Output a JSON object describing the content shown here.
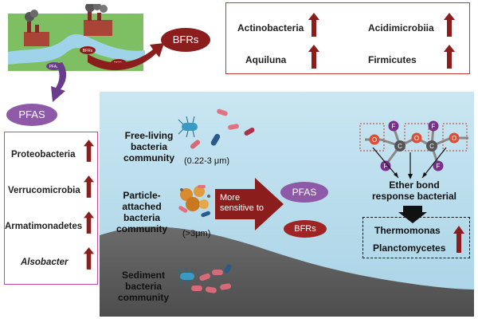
{
  "top_scene": {
    "small_labels": {
      "bfrs_1": "BFRs",
      "bfrs_2": "BFRs",
      "pfas": "PFAS"
    },
    "bfrs_label": "BFRs",
    "pfas_label": "PFAS"
  },
  "top_right_box": {
    "items": [
      {
        "label": "Actinobacteria",
        "trend": "up"
      },
      {
        "label": "Acidimicrobiia",
        "trend": "up"
      },
      {
        "label": "Aquiluna",
        "trend": "up"
      },
      {
        "label": "Firmicutes",
        "trend": "up"
      }
    ]
  },
  "left_box": {
    "items": [
      {
        "label": "Proteobacteria",
        "trend": "up",
        "italic": false
      },
      {
        "label": "Verrucomicrobia",
        "trend": "up",
        "italic": false
      },
      {
        "label": "Armatimonadetes",
        "trend": "up",
        "italic": false
      },
      {
        "label": "Alsobacter",
        "trend": "up",
        "italic": true
      }
    ]
  },
  "communities": {
    "free_living": {
      "title_lines": [
        "Free-living",
        "bacteria",
        "community"
      ],
      "size": "(0.22-3 μm)"
    },
    "particle_attached": {
      "title_lines": [
        "Particle-",
        "attached",
        "bacteria",
        "community"
      ],
      "size": "(>3μm)"
    },
    "sediment": {
      "title_lines": [
        "Sediment",
        "bacteria",
        "community"
      ]
    }
  },
  "middle": {
    "arrow_text_lines": [
      "More",
      "sensitive to"
    ],
    "pfas_badge": "PFAS",
    "bfrs_badge": "BFRs"
  },
  "molecule": {
    "atoms": [
      "O",
      "C",
      "O",
      "C",
      "O"
    ],
    "fluorines": [
      "F",
      "F",
      "F",
      "F"
    ]
  },
  "ether_response": {
    "label_lines": [
      "Ether bond",
      "response bacterial"
    ],
    "taxa": [
      "Thermomonas",
      "Planctomycetes"
    ],
    "trend": "up"
  },
  "colors": {
    "panel_blue": "#b8dced",
    "sediment": "#5d5d5d",
    "dark_red": "#8c1d1d",
    "purple": "#6a3d8c",
    "purple_fill": "#8e5aa8",
    "box_red": "#c0392b",
    "box_magenta": "#c04aa0"
  }
}
